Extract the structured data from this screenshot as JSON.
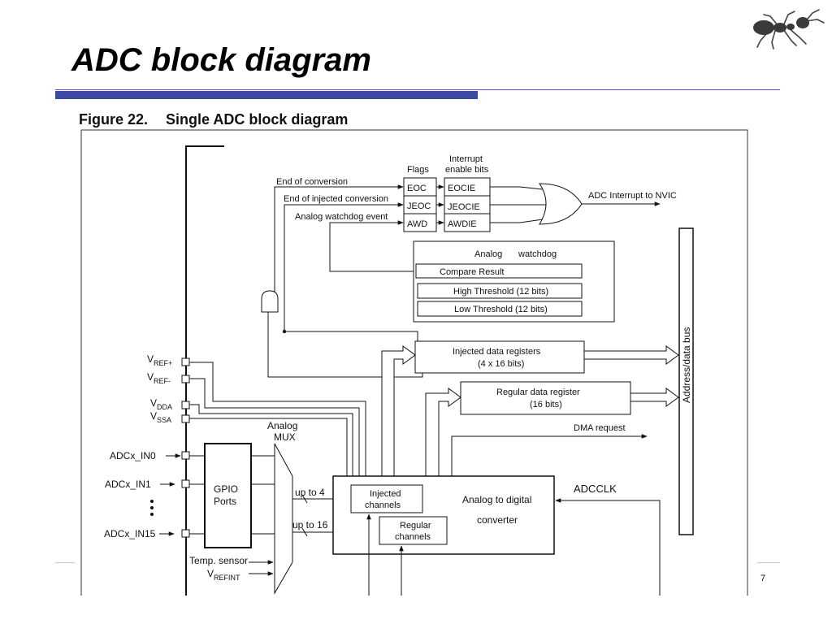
{
  "slide": {
    "title": "ADC block diagram",
    "page_number": "7",
    "logo": "ant-logo"
  },
  "figure": {
    "number": "Figure 22.",
    "caption": "Single ADC block diagram"
  },
  "blocks": {
    "flags": {
      "header": "Flags",
      "items": [
        "EOC",
        "JEOC",
        "AWD"
      ]
    },
    "interrupt_enable": {
      "header_line1": "Interrupt",
      "header_line2": "enable bits",
      "items": [
        "EOCIE",
        "JEOCIE",
        "AWDIE"
      ]
    },
    "interrupt_output": "ADC Interrupt to NVIC",
    "event_labels": [
      "End of conversion",
      "End of injected conversion",
      "Analog watchdog event"
    ],
    "watchdog": {
      "title_a": "Analog",
      "title_b": "watchdog",
      "compare": "Compare Result",
      "high": "High Threshold (12 bits)",
      "low": "Low Threshold (12 bits)"
    },
    "injected_registers": {
      "line1": "Injected data registers",
      "line2": "(4 x 16 bits)"
    },
    "regular_register": {
      "line1": "Regular data register",
      "line2": "(16 bits)"
    },
    "dma_request": "DMA request",
    "address_bus": "Address/data bus",
    "converter": {
      "line1": "Analog to digital",
      "line2": "converter"
    },
    "adcclk": "ADCCLK",
    "injected_channels": {
      "line1": "Injected",
      "line2": "channels"
    },
    "regular_channels": {
      "line1": "Regular",
      "line2": "channels"
    },
    "up_to_4": "up to 4",
    "up_to_16": "up to 16",
    "mux": {
      "line1": "Analog",
      "line2": "MUX"
    },
    "gpio": {
      "line1": "GPIO",
      "line2": "Ports"
    },
    "vref_plus": {
      "main": "V",
      "sub": "REF+"
    },
    "vref_minus": {
      "main": "V",
      "sub": "REF-"
    },
    "vdda": {
      "main": "V",
      "sub": "DDA"
    },
    "vssa": {
      "main": "V",
      "sub": "SSA"
    },
    "inputs": [
      "ADCx_IN0",
      "ADCx_IN1",
      "ADCx_IN15"
    ],
    "temp_sensor": "Temp. sensor",
    "vrefint": {
      "main": "V",
      "sub": "REFINT"
    }
  },
  "colors": {
    "title_accent": "#3d4aa0",
    "line": "#111111"
  }
}
